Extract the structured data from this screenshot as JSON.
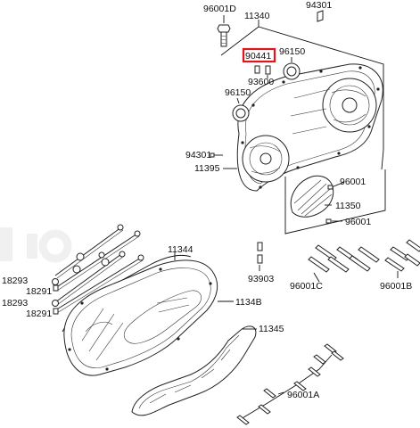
{
  "highlight_color": "#e0161e",
  "labels": {
    "p96001D": "96001D",
    "p94301_top": "94301",
    "p11340": "11340",
    "p90441": "90441",
    "p96150_a": "96150",
    "p93600": "93600",
    "p96150_b": "96150",
    "p94301_left": "94301",
    "p11395": "11395",
    "p96001_a": "96001",
    "p11350": "11350",
    "p96001_b": "96001",
    "p11344": "11344",
    "p18293_a": "18293",
    "p18291_a": "18291",
    "p18293_b": "18293",
    "p18291_b": "18291",
    "p93903": "93903",
    "p96001C": "96001C",
    "p96001B": "96001B",
    "p1134B": "1134B",
    "p11345": "11345",
    "p96001A": "96001A"
  }
}
